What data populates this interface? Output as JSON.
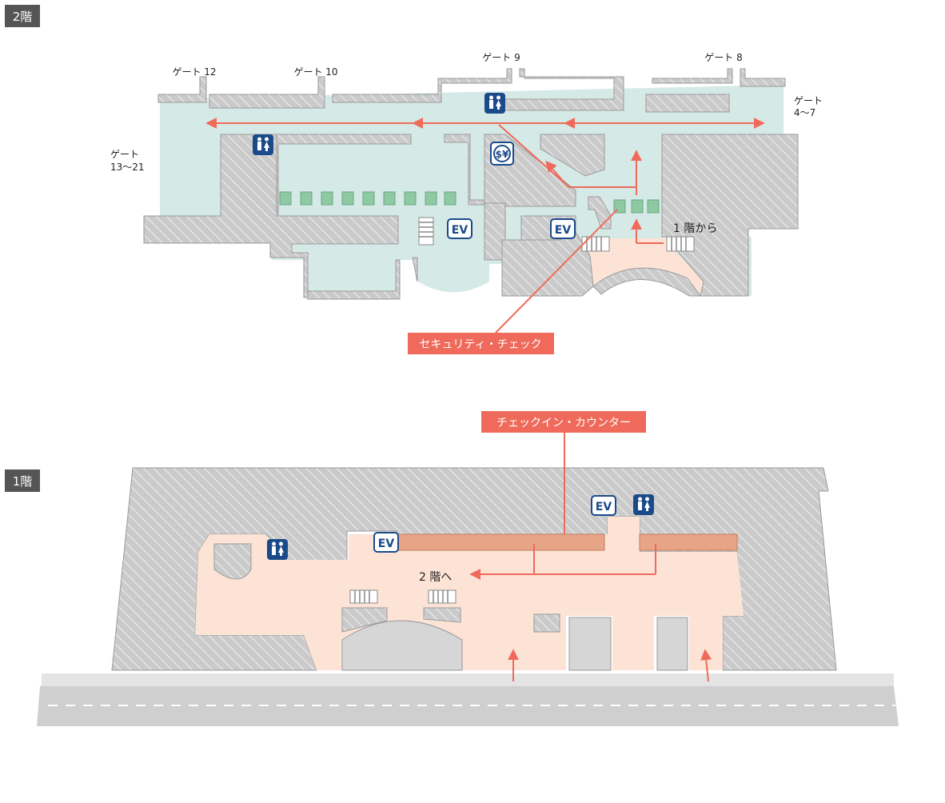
{
  "floors": {
    "upper_label": "2階",
    "lower_label": "1階"
  },
  "gates": {
    "g12": "ゲート 12",
    "g10": "ゲート 10",
    "g9": "ゲート 9",
    "g8": "ゲート 8",
    "g4_7_line1": "ゲート",
    "g4_7_line2": "4～7",
    "g13_21_line1": "ゲート",
    "g13_21_line2": "13～21"
  },
  "labels": {
    "from_floor1": "1 階から",
    "to_floor2": "2 階へ",
    "security_check": "セキュリティ・チェック",
    "checkin_counter": "チェックイン・カウンター",
    "ev": "EV"
  },
  "icons": {
    "restroom": "restroom-icon",
    "exchange": "currency-exchange-icon",
    "elevator": "elevator-icon",
    "escalator": "escalator-icon"
  },
  "colors": {
    "gate_area": "#d5eae7",
    "public_area": "#fce3d6",
    "wall": "#c9c9c9",
    "accent": "#ef6a5a",
    "counter": "#e8a486",
    "icon_blue": "#1b4a8a",
    "road": "#d2d2d2",
    "floor_tag": "#555555"
  }
}
